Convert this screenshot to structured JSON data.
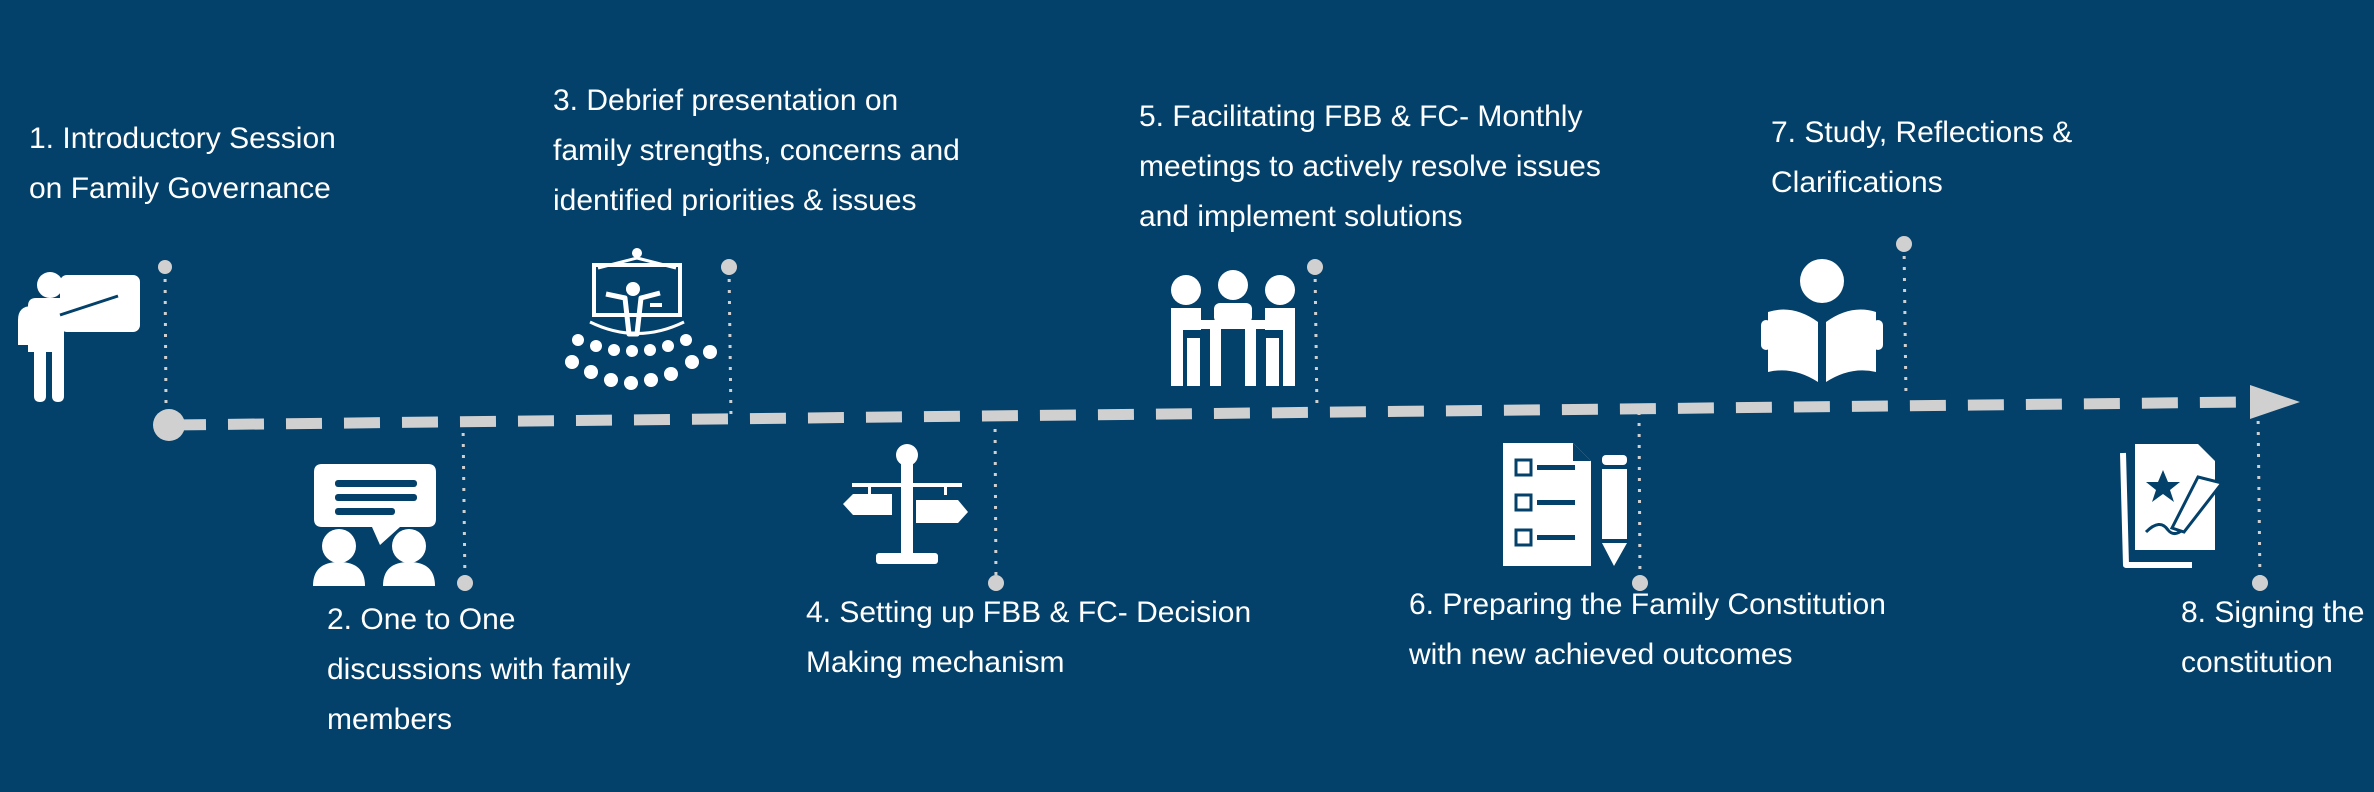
{
  "colors": {
    "background": "#03406a",
    "icon": "#ffffff",
    "timeline": "#d0d0d0"
  },
  "steps": [
    {
      "label": "1. Introductory Session\non Family Governance",
      "icon": "presenter-board-icon"
    },
    {
      "label": "2. One to One\ndiscussions with family\nmembers",
      "icon": "conversation-icon"
    },
    {
      "label": "3. Debrief presentation on\nfamily strengths, concerns and\nidentified priorities & issues",
      "icon": "audience-presentation-icon"
    },
    {
      "label": "4. Setting up  FBB & FC- Decision\nMaking mechanism",
      "icon": "signpost-icon"
    },
    {
      "label": "5. Facilitating  FBB & FC- Monthly\nmeetings to actively resolve issues\nand implement solutions",
      "icon": "meeting-table-icon"
    },
    {
      "label": "6. Preparing the Family Constitution\nwith new achieved outcomes",
      "icon": "checklist-pencil-icon"
    },
    {
      "label": "7. Study, Reflections &\nClarifications",
      "icon": "reader-icon"
    },
    {
      "label": "8. Signing the\nconstitution",
      "icon": "signed-document-icon"
    }
  ]
}
